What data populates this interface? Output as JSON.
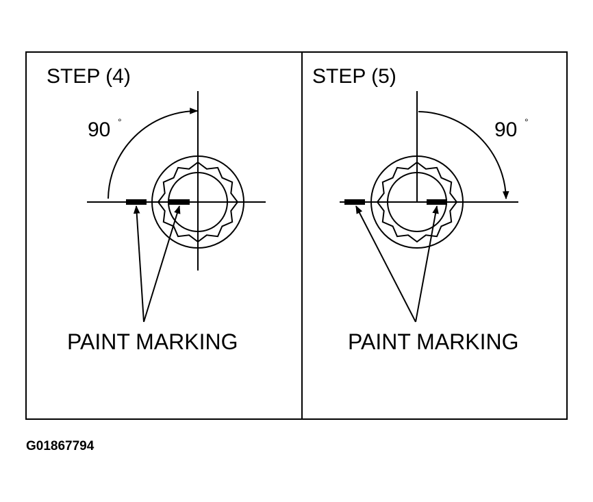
{
  "panels": [
    {
      "step_label": "STEP (4)",
      "angle_label": "90",
      "degree_symbol": "°",
      "marking_label": "PAINT MARKING"
    },
    {
      "step_label": "STEP (5)",
      "angle_label": "90",
      "degree_symbol": "°",
      "marking_label": "PAINT MARKING"
    }
  ],
  "figure_id": "G01867794"
}
